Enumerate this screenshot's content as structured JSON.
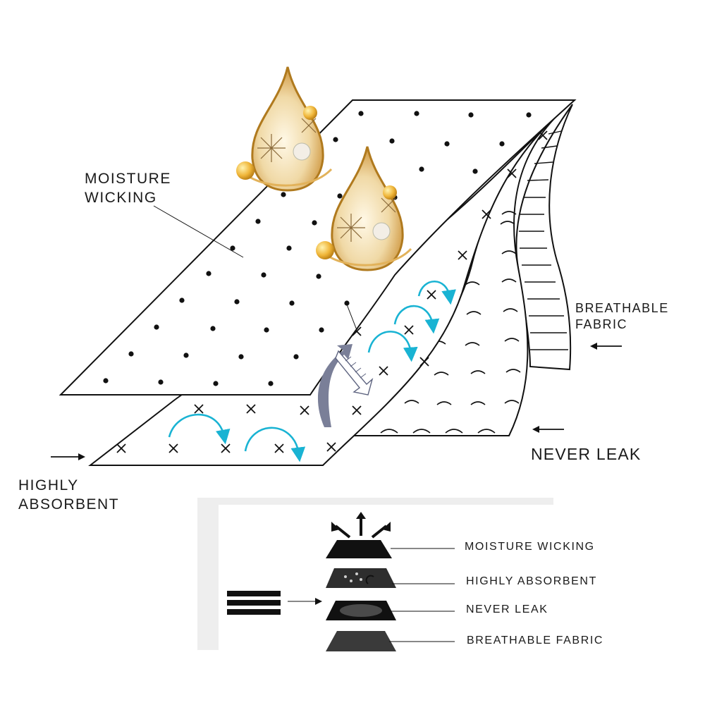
{
  "labels": {
    "moisture_wicking_top": "MOISTURE",
    "moisture_wicking_bottom": "WICKING",
    "breathable_top": "BREATHABLE",
    "breathable_bottom": "FABRIC",
    "never_leak": "NEVER LEAK",
    "highly_top": "HIGHLY",
    "highly_bottom": "ABSORBENT"
  },
  "legend": {
    "layers": [
      {
        "label": "MOISTURE WICKING",
        "icon": "moisture-wicking-layer-icon"
      },
      {
        "label": "HIGHLY ABSORBENT",
        "icon": "absorbent-layer-icon"
      },
      {
        "label": "NEVER LEAK",
        "icon": "leakproof-layer-icon"
      },
      {
        "label": "BREATHABLE FABRIC",
        "icon": "breathable-layer-icon"
      }
    ]
  },
  "colors": {
    "stroke": "#111111",
    "flow_arrow": "#19b3d3",
    "vapor_arrow": "#7a7f98",
    "drop_gold": "#d9a441",
    "legend_frame": "#eeeeee"
  }
}
